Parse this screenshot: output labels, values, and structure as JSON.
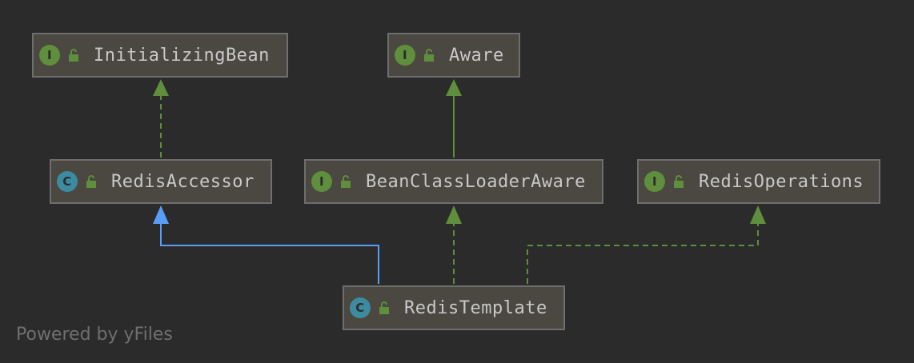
{
  "nodes": {
    "initializing_bean": {
      "kind": "I",
      "name": "InitializingBean"
    },
    "aware": {
      "kind": "I",
      "name": "Aware"
    },
    "redis_accessor": {
      "kind": "C",
      "name": "RedisAccessor"
    },
    "bean_class_loader_aware": {
      "kind": "I",
      "name": "BeanClassLoaderAware"
    },
    "redis_operations": {
      "kind": "I",
      "name": "RedisOperations"
    },
    "redis_template": {
      "kind": "C",
      "name": "RedisTemplate"
    }
  },
  "edges": [
    {
      "from": "RedisAccessor",
      "to": "InitializingBean",
      "type": "implements"
    },
    {
      "from": "BeanClassLoaderAware",
      "to": "Aware",
      "type": "extends"
    },
    {
      "from": "RedisTemplate",
      "to": "RedisAccessor",
      "type": "extends"
    },
    {
      "from": "RedisTemplate",
      "to": "BeanClassLoaderAware",
      "type": "implements"
    },
    {
      "from": "RedisTemplate",
      "to": "RedisOperations",
      "type": "implements"
    }
  ],
  "colors": {
    "background": "#2b2b2b",
    "interface_edge": "#5f8e3c",
    "class_edge": "#589df6",
    "interface_badge": "#5f8e3c",
    "class_badge": "#3d8ba0",
    "lock_icon": "#5f8e3c"
  },
  "icons": {
    "lock": "lock-open-icon"
  },
  "watermark": "Powered by yFiles"
}
